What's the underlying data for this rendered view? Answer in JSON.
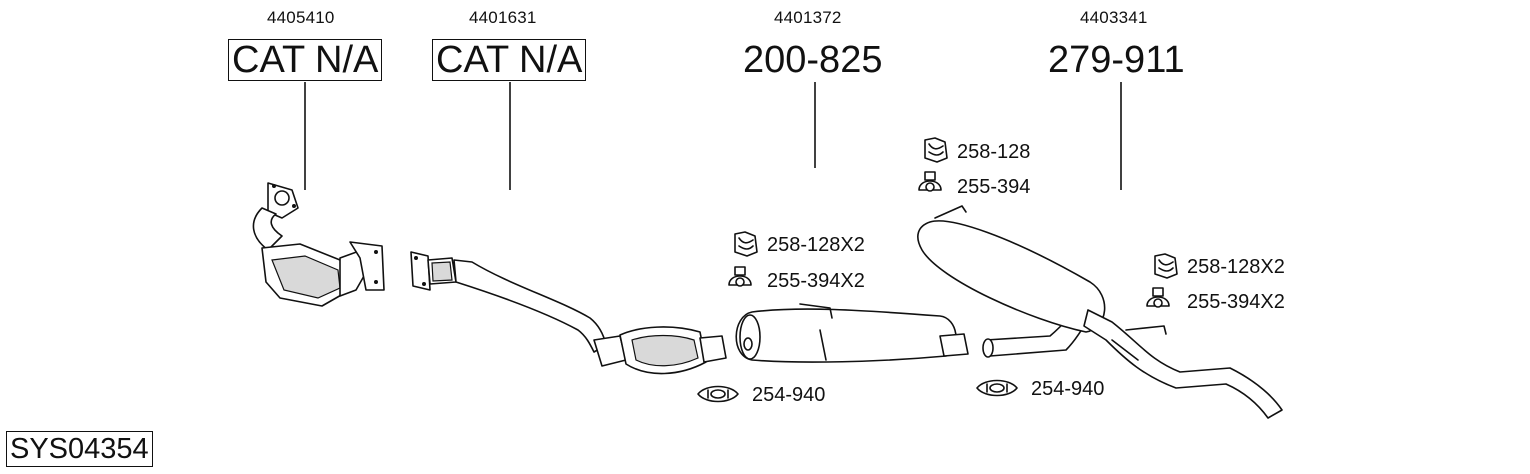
{
  "diagram": {
    "system_code": "SYS04354",
    "components": [
      {
        "ref": "4405410",
        "part": "CAT N/A",
        "boxed": true
      },
      {
        "ref": "4401631",
        "part": "CAT N/A",
        "boxed": true
      },
      {
        "ref": "4401372",
        "part": "200-825",
        "boxed": false
      },
      {
        "ref": "4403341",
        "part": "279-911",
        "boxed": false
      }
    ],
    "hardware": [
      {
        "icon": "rubber-mount-icon",
        "label": "258-128"
      },
      {
        "icon": "hanger-ring-icon",
        "label": "255-394"
      },
      {
        "icon": "rubber-mount-icon",
        "label": "258-128X2"
      },
      {
        "icon": "hanger-ring-icon",
        "label": "255-394X2"
      },
      {
        "icon": "rubber-mount-icon",
        "label": "258-128X2"
      },
      {
        "icon": "hanger-ring-icon",
        "label": "255-394X2"
      },
      {
        "icon": "clamp-icon",
        "label": "254-940"
      },
      {
        "icon": "clamp-icon",
        "label": "254-940"
      }
    ]
  }
}
